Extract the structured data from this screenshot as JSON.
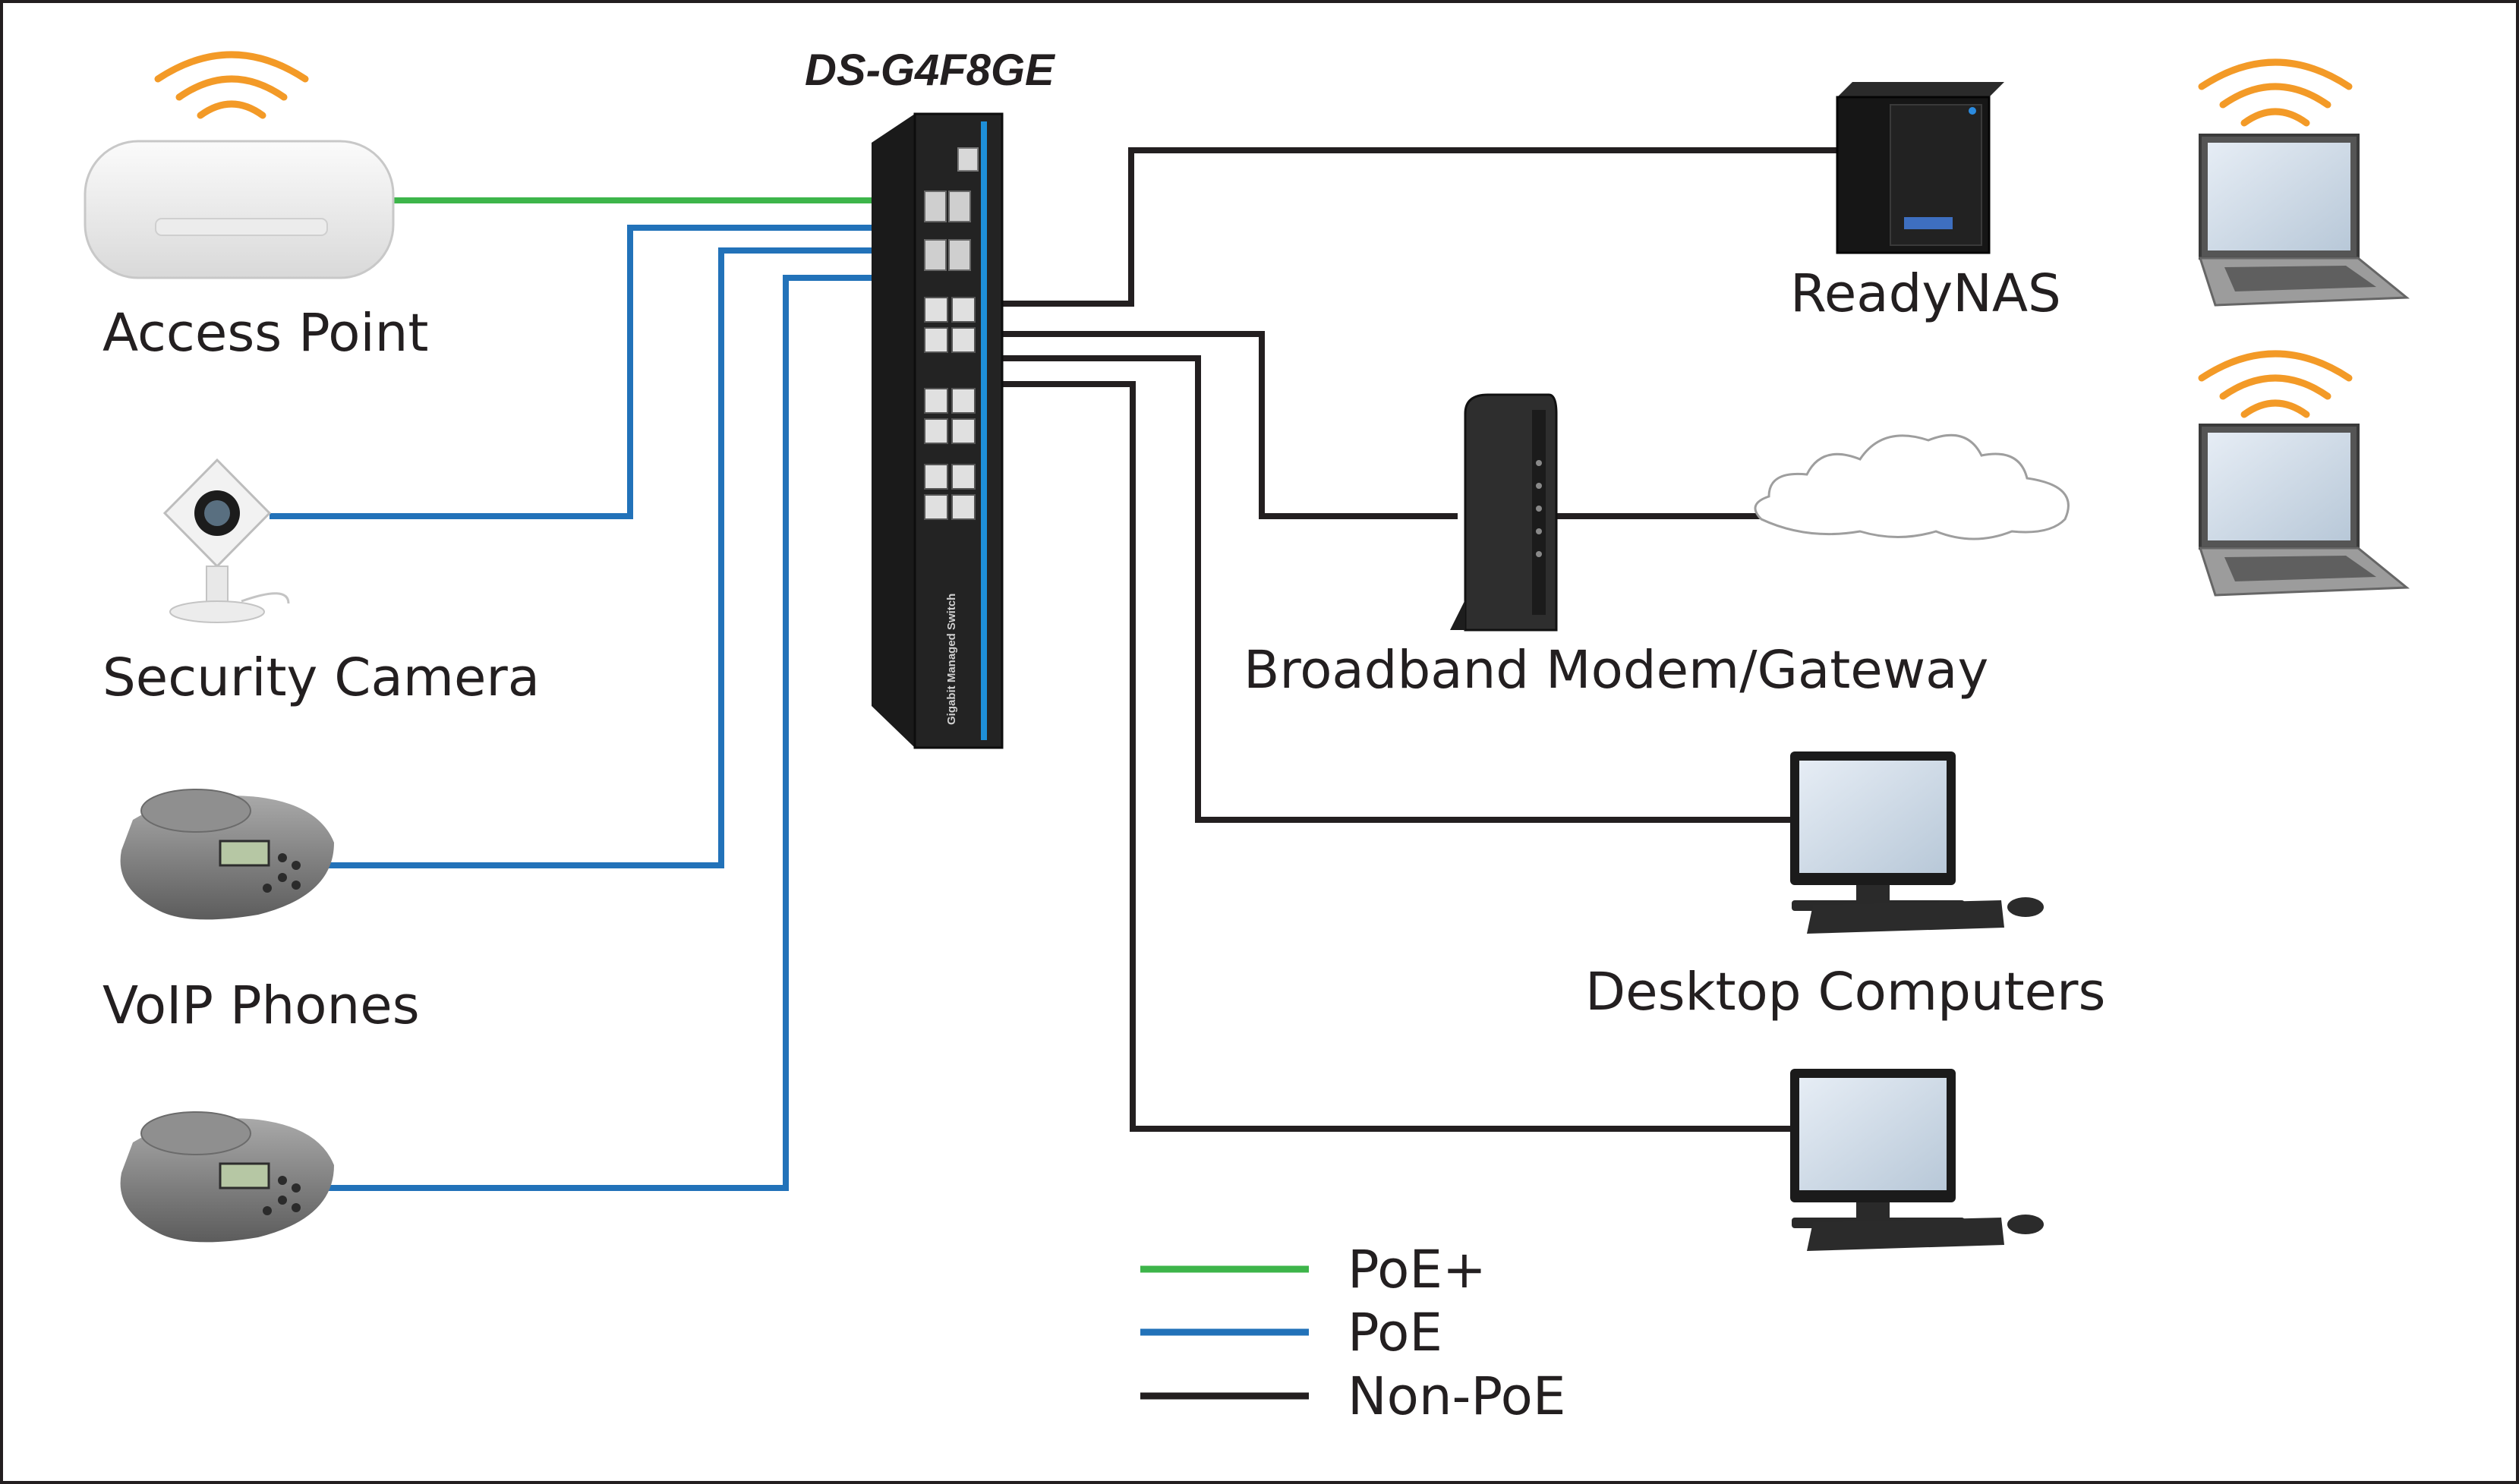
{
  "switch": {
    "model": "DS-G4F8GE",
    "front_label": "Gigabit Managed Switch"
  },
  "devices": {
    "access_point": "Access Point",
    "security_camera": "Security Camera",
    "voip_phones": "VoIP Phones",
    "readynas": "ReadyNAS",
    "modem": "Broadband Modem/Gateway",
    "desktops": "Desktop Computers"
  },
  "legend": [
    {
      "label": "PoE+",
      "color": "#3db54a"
    },
    {
      "label": "PoE",
      "color": "#2272b9"
    },
    {
      "label": "Non-PoE",
      "color": "#231f20"
    }
  ],
  "colors": {
    "poe_plus": "#3db54a",
    "poe": "#2272b9",
    "non_poe": "#231f20",
    "wifi": "#f39a27"
  }
}
